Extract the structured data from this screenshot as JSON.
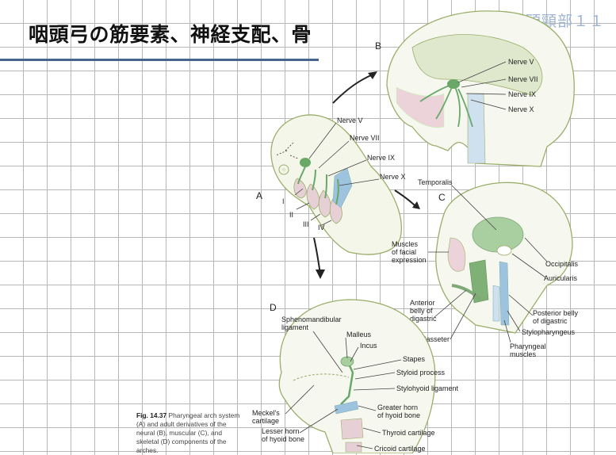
{
  "slide": {
    "title": "咽頭弓の筋要素、神経支配、骨",
    "header_right": "各論８．頭頸部１１"
  },
  "figure": {
    "panel_a": {
      "letter": "A",
      "nerves": [
        "Nerve V",
        "Nerve VII",
        "Nerve IX",
        "Nerve X"
      ],
      "arches": [
        "I",
        "II",
        "III",
        "IV"
      ]
    },
    "panel_b": {
      "letter": "B",
      "nerves": [
        "Nerve V",
        "Nerve VII",
        "Nerve IX",
        "Nerve X"
      ]
    },
    "panel_c": {
      "letter": "C",
      "labels": {
        "temporalis": "Temporalis",
        "muscles_facial_1": "Muscles",
        "muscles_facial_2": "of facial",
        "muscles_facial_3": "expression",
        "occipitalis": "Occipitalis",
        "auricularis": "Auricularis",
        "anterior_belly_1": "Anterior",
        "anterior_belly_2": "belly of",
        "anterior_belly_3": "digastric",
        "posterior_belly_1": "Posterior belly",
        "posterior_belly_2": "of digastric",
        "stylopharyngeus": "Stylopharyngeus",
        "masseter": "Masseter",
        "pharyngeal_1": "Pharyngeal",
        "pharyngeal_2": "muscles"
      }
    },
    "panel_d": {
      "letter": "D",
      "labels": {
        "spheno_1": "Sphenomandibular",
        "spheno_2": "ligament",
        "malleus": "Malleus",
        "incus": "Incus",
        "stapes": "Stapes",
        "styloid": "Styloid process",
        "stylohyoid": "Stylohyoid ligament",
        "meckel_1": "Meckel's",
        "meckel_2": "cartilage",
        "greater_horn_1": "Greater horn",
        "greater_horn_2": "of hyoid bone",
        "lesser_horn_1": "Lesser horn",
        "lesser_horn_2": "of hyoid bone",
        "thyroid": "Thyroid cartilage",
        "cricoid": "Cricoid cartilage"
      }
    },
    "caption": {
      "fig_label": "Fig. 14.37",
      "text": "Pharyngeal arch system (A) and adult derivatives of the neural (B), muscular (C), and skeletal (D) components of the arches."
    }
  },
  "colors": {
    "outline": "#9aae6a",
    "nerve_green": "#6aa86a",
    "muscle_green": "#a9cfa0",
    "blue": "#9ec3de",
    "pink": "#e7cfd6",
    "title_rule": "#46648c",
    "header_text": "#9db4d2"
  }
}
